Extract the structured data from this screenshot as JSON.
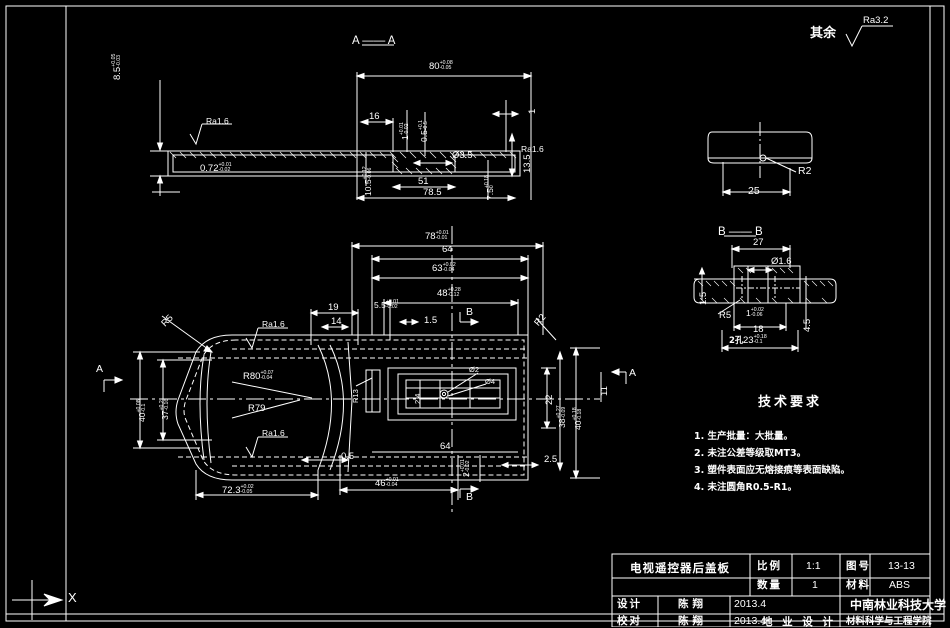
{
  "drawing": {
    "title_cn": "电视遥控器后盖板",
    "surface_note_prefix": "其余",
    "surface_note_value": "Ra3.2",
    "section_label_aa": "A —— A",
    "section_label_bb": "B —— B"
  },
  "tech": {
    "heading": "技术要求",
    "items": [
      "1. 生产批量：大批量。",
      "2. 未注公差等级取MT3。",
      "3. 塑件表面应无熔接痕等表面缺陷。",
      "4. 未注圆角R0.5-R1。"
    ]
  },
  "titleblock": {
    "part_name": "电视遥控器后盖板",
    "scale_label": "比例",
    "scale_value": "1:1",
    "dwgno_label": "图号",
    "dwgno_value": "13-13",
    "qty_label": "数量",
    "qty_value": "1",
    "material_label": "材料",
    "material_value": "ABS",
    "design_label": "设计",
    "design_name": "陈翔",
    "design_date": "2013.4",
    "check_label": "校对",
    "check_name": "陈翔",
    "check_date": "2013.4",
    "major_label": "地 业 设 计",
    "school": "中南林业科技大学",
    "dept": "材料科学与工程学院"
  },
  "sectionAA": {
    "dims": [
      {
        "base": "80",
        "up": "+0.08",
        "dn": "-0.05"
      },
      {
        "base": "8.5",
        "up": "+0.05",
        "dn": "-0.03"
      },
      {
        "base": "0.72",
        "up": "+0.01",
        "dn": "-0.02"
      },
      {
        "base": "16"
      },
      {
        "base": "1",
        "up": "+0.01",
        "dn": "-0.02"
      },
      {
        "base": "0.5",
        "up": "+0.1",
        "dn": "-0.5"
      },
      {
        "base": "10.5",
        "up": "+0.12",
        "dn": "-0.06"
      },
      {
        "base": "Ø3.5"
      },
      {
        "base": "51"
      },
      {
        "base": "78.5"
      },
      {
        "base": "13.5"
      },
      {
        "base": "7.5",
        "up": "+0.18",
        "dn": "0"
      },
      {
        "base": "1"
      }
    ],
    "ra": [
      "Ra1.6",
      "Ra1.6"
    ]
  },
  "mainview": {
    "dims": [
      {
        "base": "78",
        "up": "+0.01",
        "dn": "-0.01"
      },
      {
        "base": "64"
      },
      {
        "base": "63",
        "up": "+0.02",
        "dn": "-0.04"
      },
      {
        "base": "48",
        "up": "+0.28",
        "dn": "-0.12"
      },
      {
        "base": "19"
      },
      {
        "base": "14"
      },
      {
        "base": "1.5"
      },
      {
        "base": "5.5",
        "up": "+0.01",
        "dn": "-0.02"
      },
      {
        "base": "0.5"
      },
      {
        "base": "46",
        "up": "+0.01",
        "dn": "-0.04"
      },
      {
        "base": "2",
        "up": "+0.01",
        "dn": "-0.02"
      },
      {
        "base": "2.5"
      },
      {
        "base": "72.3",
        "up": "+0.02",
        "dn": "-0.05"
      },
      {
        "base": "40",
        "up": "+0.08",
        "dn": "-0.1"
      },
      {
        "base": "37",
        "up": "+0.2",
        "dn": "-0.16"
      },
      {
        "base": "38",
        "up": "+0.27",
        "dn": "-0.09"
      },
      {
        "base": "40",
        "up": "+0.18",
        "dn": "-0.18"
      },
      {
        "base": "22"
      },
      {
        "base": "64"
      },
      {
        "base": "11"
      }
    ],
    "radii": [
      "R5",
      "R80",
      "R79",
      "R2",
      "R13"
    ],
    "ra": [
      "Ra1.6",
      "Ra1.6"
    ],
    "section_marks": [
      "A",
      "A",
      "B",
      "B"
    ],
    "small_notes": [
      "Ø2",
      "Ø4",
      "2.4"
    ]
  },
  "detail_top": {
    "dim_25": "25",
    "radius": "R2"
  },
  "sectionBB": {
    "dims": [
      {
        "base": "27"
      },
      {
        "base": "Ø1.6"
      },
      {
        "base": "1.5"
      },
      {
        "base": "18"
      },
      {
        "base": "4.5"
      },
      {
        "base": "1",
        "up": "+0.02",
        "dn": "-0.06"
      },
      {
        "base": "23",
        "up": "+0.18",
        "dn": "-0.1"
      }
    ],
    "radius": "R5",
    "hole_note": "2孔"
  },
  "ucs": {
    "x_axis": "X"
  },
  "colors": {
    "background": "#000000",
    "line": "#ffffff",
    "text": "#ffffff"
  }
}
